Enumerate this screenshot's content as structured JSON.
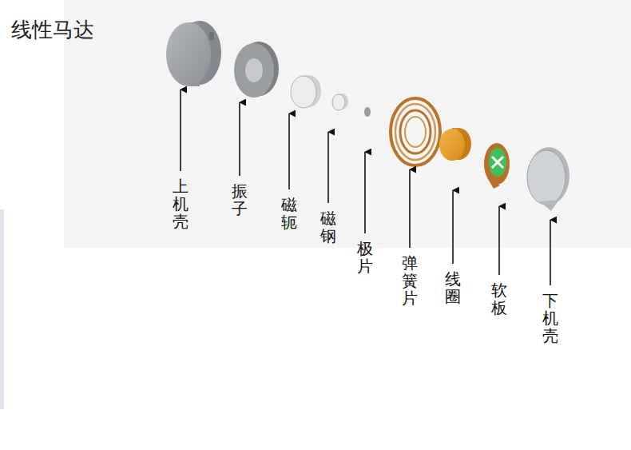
{
  "diagram": {
    "title": "线性马达",
    "labels": [
      "上机壳",
      "振子",
      "磁轭",
      "磁钢",
      "极片",
      "弹簧片",
      "线圈",
      "软板",
      "下机壳"
    ]
  }
}
